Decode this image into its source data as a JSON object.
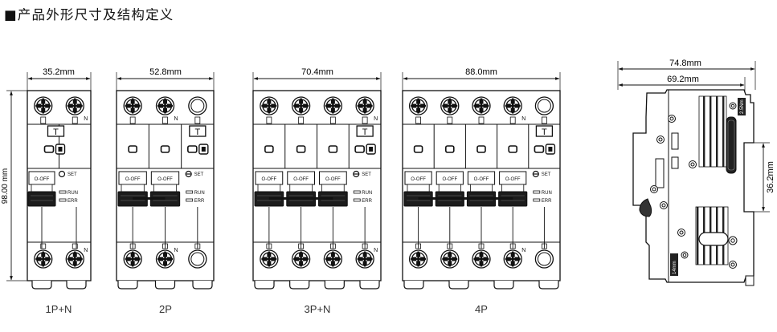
{
  "section": {
    "title": "■产品外形尺寸及结构定义"
  },
  "dimensions": {
    "width_1p_n": "35.2mm",
    "width_2p": "52.8mm",
    "width_3p_n": "70.4mm",
    "width_4p": "88.0mm",
    "height": "98.00 mm",
    "side_depth_total": "74.8mm",
    "side_depth_front": "69.2mm",
    "side_rail_height": "36.2mm"
  },
  "models": [
    {
      "id": "1p-n",
      "label": "1P+N"
    },
    {
      "id": "2p",
      "label": "2P"
    },
    {
      "id": "3p-n",
      "label": "3P+N"
    },
    {
      "id": "4p",
      "label": "4P"
    }
  ],
  "front_labels": {
    "test_button": "T",
    "neutral": "N",
    "set": "SET",
    "run": "RUN",
    "err": "ERR",
    "switch_state": "O-OFF"
  },
  "side_labels": {
    "top_badge": "2.5Nm",
    "bottom_badge": "14mm"
  }
}
